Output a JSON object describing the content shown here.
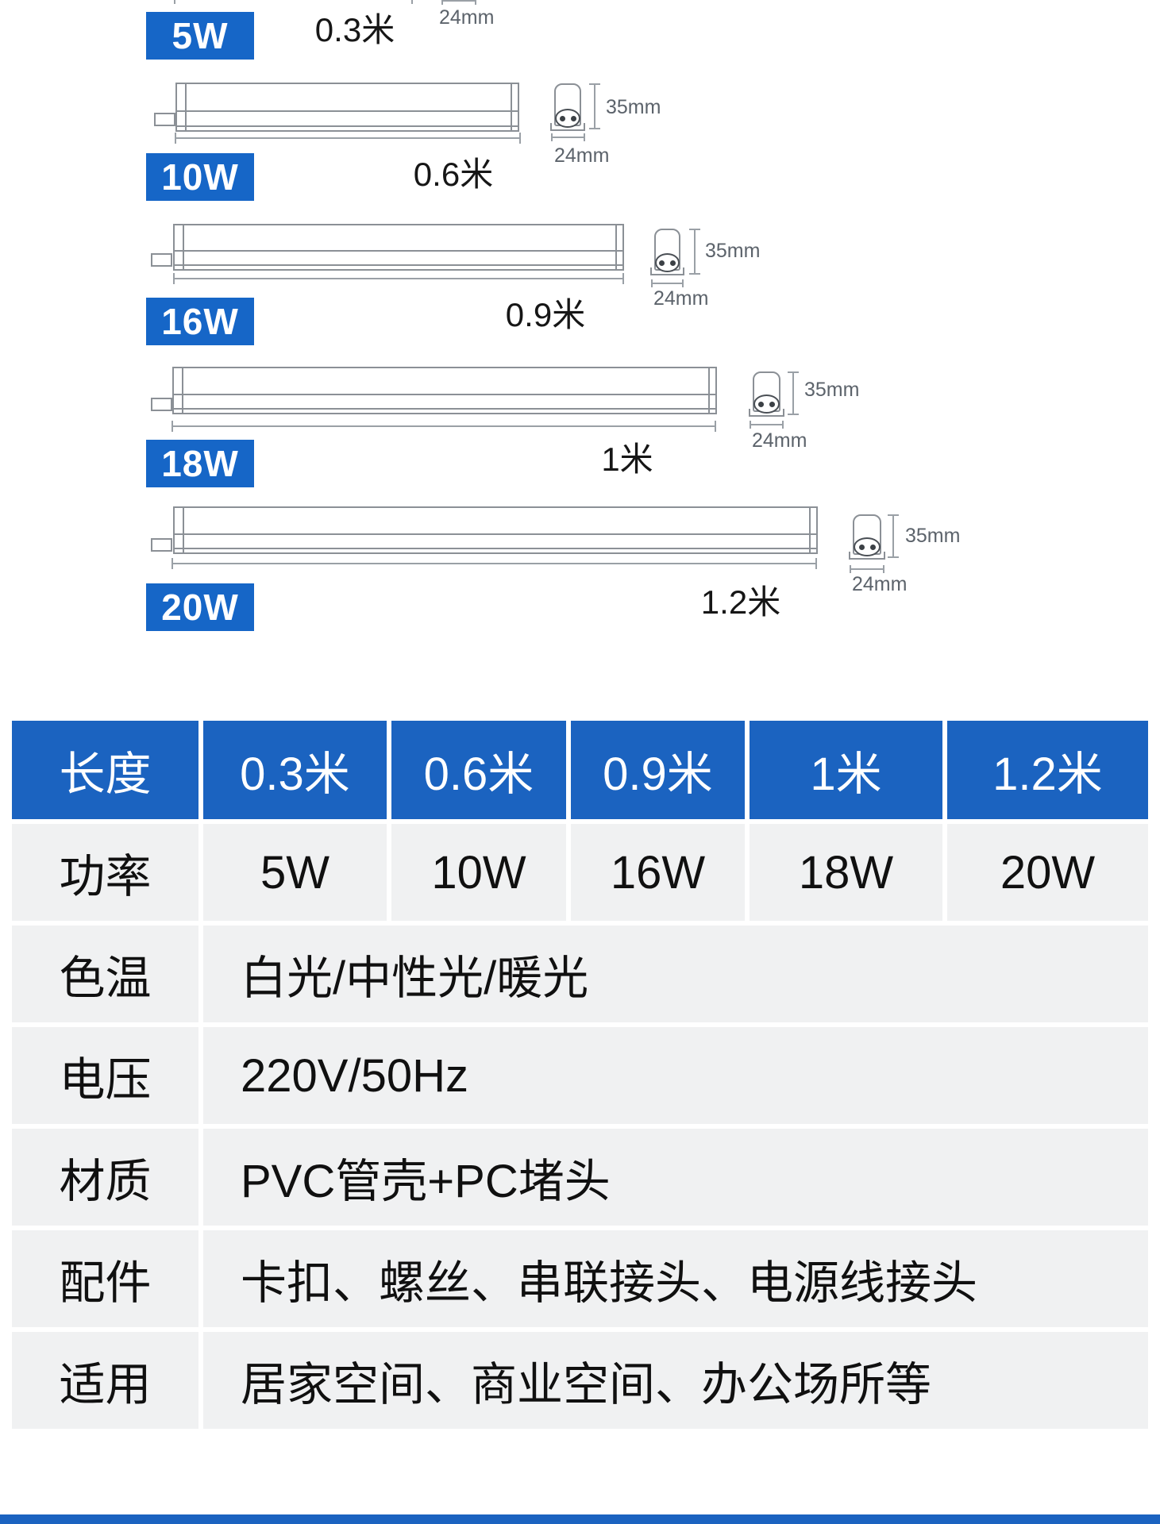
{
  "diagram": {
    "rows": [
      {
        "power": "5W",
        "length": "0.3米",
        "cap_width": "24mm"
      },
      {
        "power": "10W",
        "length": "0.6米",
        "cap_height": "35mm",
        "cap_width": "24mm"
      },
      {
        "power": "16W",
        "length": "0.9米",
        "cap_height": "35mm",
        "cap_width": "24mm"
      },
      {
        "power": "18W",
        "length": "1米",
        "cap_height": "35mm",
        "cap_width": "24mm"
      },
      {
        "power": "20W",
        "length": "1.2米",
        "cap_height": "35mm",
        "cap_width": "24mm"
      }
    ]
  },
  "spec_table": {
    "header": [
      "长度",
      "0.3米",
      "0.6米",
      "0.9米",
      "1米",
      "1.2米"
    ],
    "rows": [
      {
        "label": "功率",
        "values": [
          "5W",
          "10W",
          "16W",
          "18W",
          "20W"
        ]
      },
      {
        "label": "色温",
        "value": "白光/中性光/暖光"
      },
      {
        "label": "电压",
        "value": "220V/50Hz"
      },
      {
        "label": "材质",
        "value": "PVC管壳+PC堵头"
      },
      {
        "label": "配件",
        "value": "卡扣、螺丝、串联接头、电源线接头"
      },
      {
        "label": "适用",
        "value": "居家空间、商业空间、办公场所等"
      }
    ]
  },
  "colors": {
    "badge_blue": "#1666c7",
    "header_blue": "#1b63c0",
    "row_gray": "#f0f1f2",
    "line_gray": "#8b9096",
    "dim_gray": "#9aa0a6"
  }
}
